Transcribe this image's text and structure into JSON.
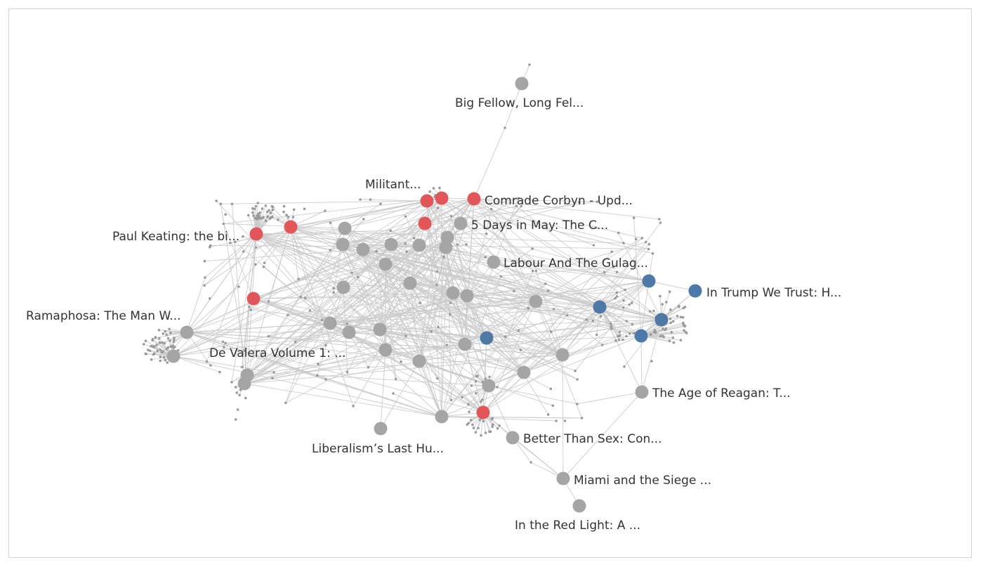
{
  "colors": {
    "red": "#e15759",
    "blue": "#4e79a7",
    "gray": "#a5a5a5",
    "edge": "#c9c9c9",
    "small_node": "#9a9a9a",
    "label": "#333333"
  },
  "labels": {
    "big_fellow": "Big Fellow, Long Fel...",
    "militant": "Militant...",
    "comrade_corbyn": "Comrade Corbyn - Upd...",
    "paul_keating": "Paul Keating: the bi...",
    "five_days": "5 Days in May: The C...",
    "labour_gulag": "Labour And The Gulag...",
    "trump": "In Trump We Trust: H...",
    "ramaphosa": "Ramaphosa: The Man W...",
    "de_valera": "De Valera Volume 1: ...",
    "reagan": "The Age of Reagan: T...",
    "liberalism": "Liberalism’s Last Hu...",
    "better_than_sex": "Better Than Sex: Con...",
    "miami": "Miami and the Siege ...",
    "red_light": "In the Red Light: A ..."
  }
}
